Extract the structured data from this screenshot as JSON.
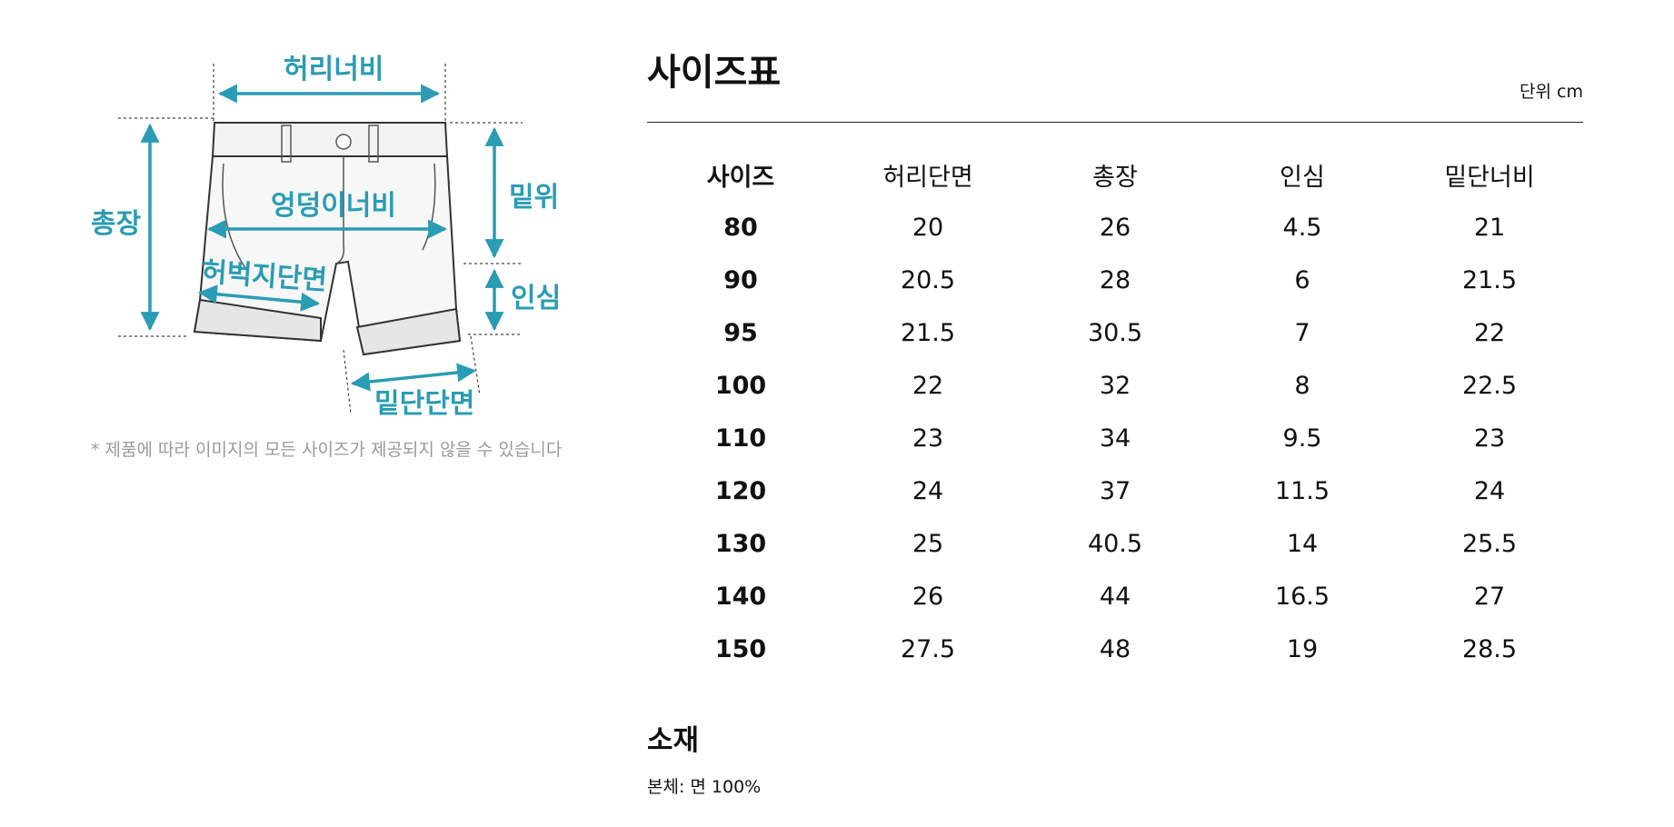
{
  "diagram": {
    "labels": {
      "waist_width": "허리너비",
      "total_length": "총장",
      "rise": "밑위",
      "hip_width": "엉덩이너비",
      "thigh": "허벅지단면",
      "inseam": "인심",
      "hem": "밑단단면"
    },
    "accent_color": "#2a9cb3",
    "note": "* 제품에 따라 이미지의 모든 사이즈가 제공되지 않을 수 있습니다"
  },
  "size_chart": {
    "title": "사이즈표",
    "unit": "단위 cm",
    "columns": [
      "사이즈",
      "허리단면",
      "총장",
      "인심",
      "밑단너비"
    ],
    "rows": [
      [
        "80",
        "20",
        "26",
        "4.5",
        "21"
      ],
      [
        "90",
        "20.5",
        "28",
        "6",
        "21.5"
      ],
      [
        "95",
        "21.5",
        "30.5",
        "7",
        "22"
      ],
      [
        "100",
        "22",
        "32",
        "8",
        "22.5"
      ],
      [
        "110",
        "23",
        "34",
        "9.5",
        "23"
      ],
      [
        "120",
        "24",
        "37",
        "11.5",
        "24"
      ],
      [
        "130",
        "25",
        "40.5",
        "14",
        "25.5"
      ],
      [
        "140",
        "26",
        "44",
        "16.5",
        "27"
      ],
      [
        "150",
        "27.5",
        "48",
        "19",
        "28.5"
      ]
    ]
  },
  "material": {
    "title": "소재",
    "text": "본체: 면 100%"
  }
}
